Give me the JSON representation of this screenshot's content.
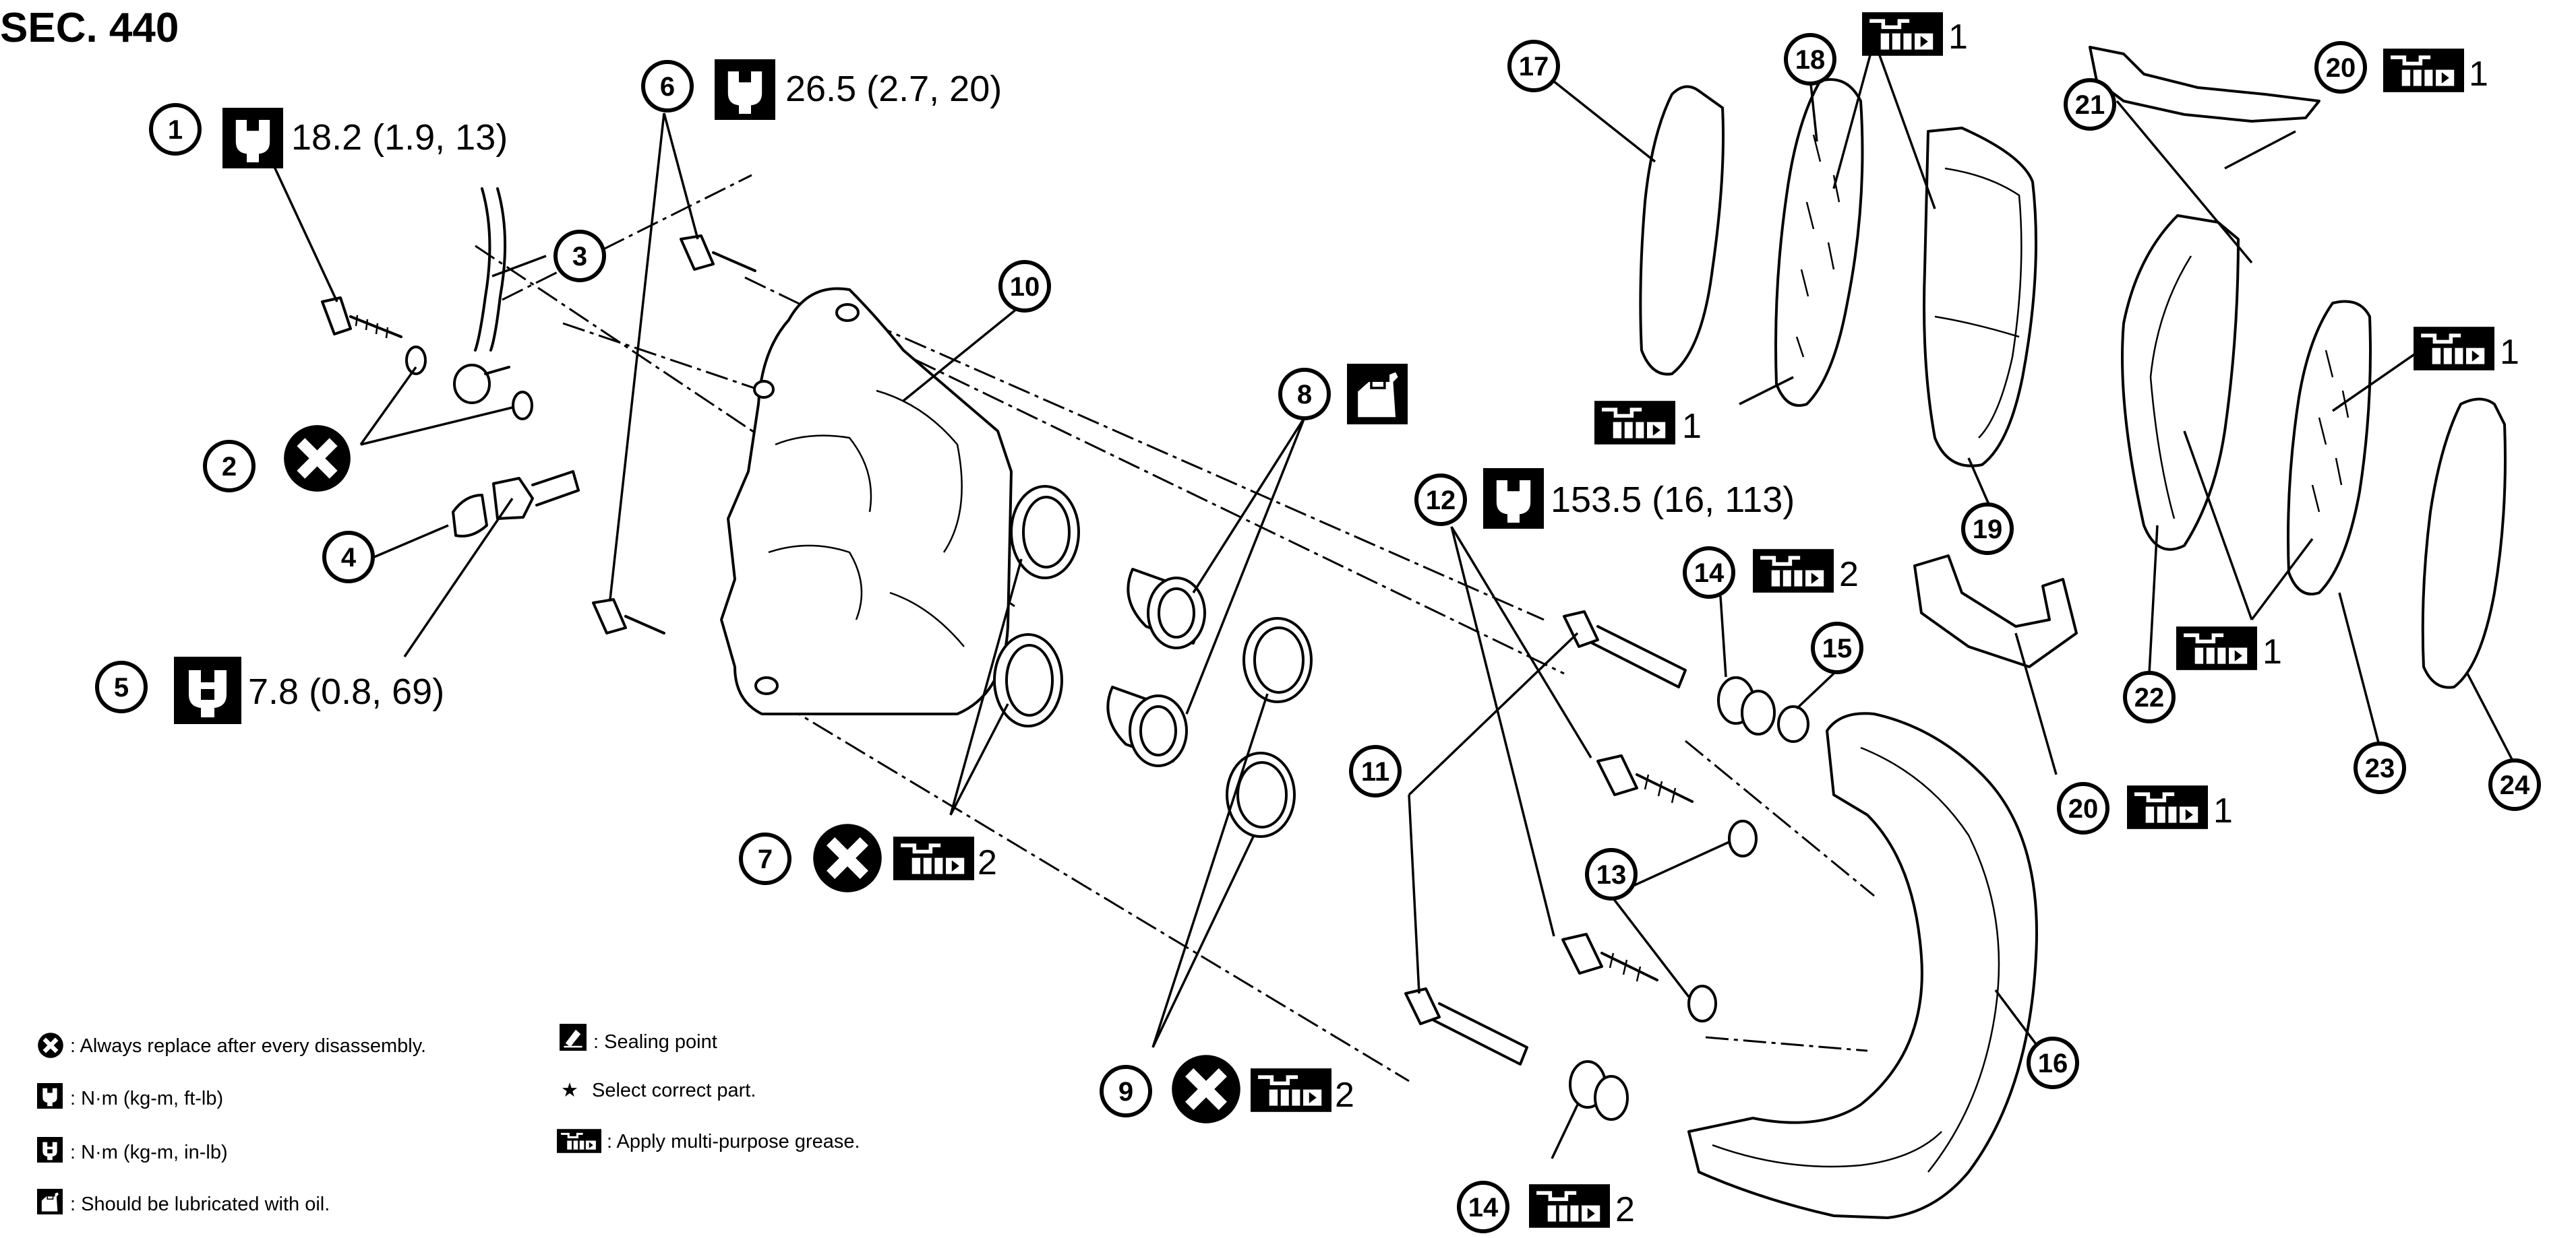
{
  "section_title": "SEC. 440",
  "callouts": [
    {
      "id": "1",
      "symbol": "torque",
      "spec": "18.2 (1.9, 13)"
    },
    {
      "id": "2",
      "symbol": "replace"
    },
    {
      "id": "3"
    },
    {
      "id": "4"
    },
    {
      "id": "5",
      "symbol": "torque-small",
      "spec": "7.8 (0.8, 69)"
    },
    {
      "id": "6",
      "symbol": "torque",
      "spec": "26.5 (2.7, 20)"
    },
    {
      "id": "7",
      "symbol": "replace",
      "grease_qty": "2"
    },
    {
      "id": "8",
      "symbol": "oil"
    },
    {
      "id": "9",
      "symbol": "replace",
      "grease_qty": "2"
    },
    {
      "id": "10"
    },
    {
      "id": "11"
    },
    {
      "id": "12",
      "symbol": "torque",
      "spec": "153.5 (16, 113)"
    },
    {
      "id": "13"
    },
    {
      "id": "14",
      "symbol": "grease",
      "grease_qty": "2"
    },
    {
      "id": "15"
    },
    {
      "id": "16"
    },
    {
      "id": "17"
    },
    {
      "id": "18",
      "symbol": "grease",
      "grease_qty": "1"
    },
    {
      "id": "19"
    },
    {
      "id": "20",
      "symbol": "grease",
      "grease_qty": "1"
    },
    {
      "id": "21"
    },
    {
      "id": "22"
    },
    {
      "id": "23"
    },
    {
      "id": "24"
    }
  ],
  "extra_grease_labels": [
    {
      "for": "18-lower",
      "qty": "1"
    },
    {
      "for": "23-upper",
      "qty": "1"
    },
    {
      "for": "22-23",
      "qty": "1"
    },
    {
      "for": "20-lower",
      "qty": "1"
    },
    {
      "for": "14-lower",
      "qty": "2"
    }
  ],
  "legend": [
    {
      "icon": "replace-icon",
      "text": ": Always replace after every disassembly."
    },
    {
      "icon": "torque-icon",
      "text": ": N·m (kg-m, ft-lb)"
    },
    {
      "icon": "torque-small-icon",
      "text": ": N·m (kg-m, in-lb)"
    },
    {
      "icon": "oil-icon",
      "text": ": Should be lubricated with oil."
    },
    {
      "icon": "sealing-icon",
      "text": ": Sealing point"
    },
    {
      "icon": "star-icon",
      "text": "Select correct part."
    },
    {
      "icon": "grease-icon",
      "text": ": Apply multi-purpose grease."
    }
  ],
  "legend_star_glyph": "★"
}
